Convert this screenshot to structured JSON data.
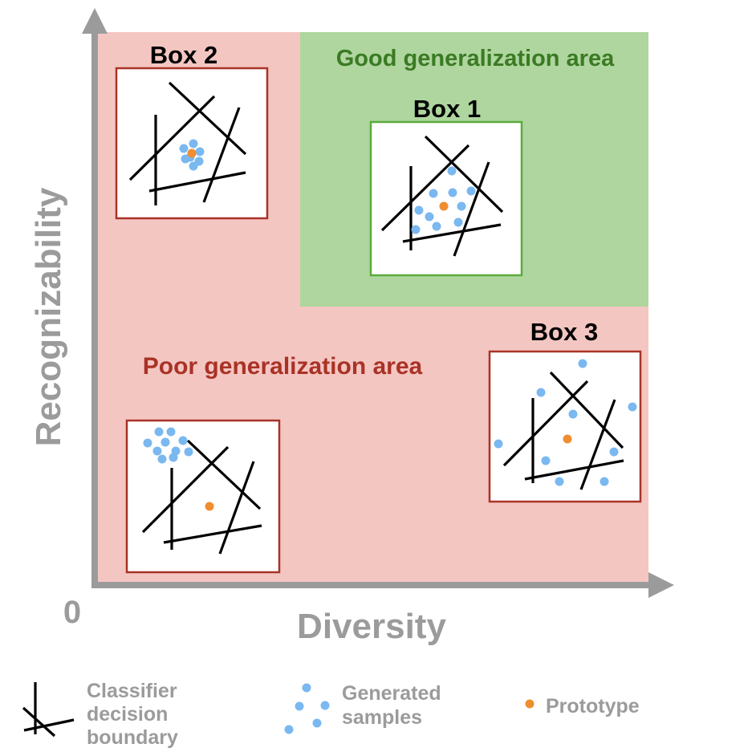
{
  "axes": {
    "x_label": "Diversity",
    "y_label": "Recognizability",
    "origin_label": "0",
    "color": "#9b9b9b"
  },
  "areas": {
    "good": {
      "label": "Good generalization area",
      "fill": "#aed69e",
      "text_color": "#3b7a24"
    },
    "poor": {
      "label": "Poor generalization area",
      "fill": "#f4c6c2",
      "text_color": "#a93226"
    }
  },
  "boxes": {
    "box1": {
      "title": "Box 1",
      "border": "#5aac3c"
    },
    "box2": {
      "title": "Box 2",
      "border": "#a93226"
    },
    "box3": {
      "title": "Box 3",
      "border": "#a93226"
    },
    "box4": {
      "border": "#a93226"
    }
  },
  "colors": {
    "sample": "#7ab8f0",
    "prototype": "#ef8d30",
    "boundary": "#000000"
  },
  "legend": {
    "boundary": [
      "Classifier",
      "decision",
      "boundary"
    ],
    "samples": [
      "Generated",
      "samples"
    ],
    "prototype": "Prototype"
  }
}
